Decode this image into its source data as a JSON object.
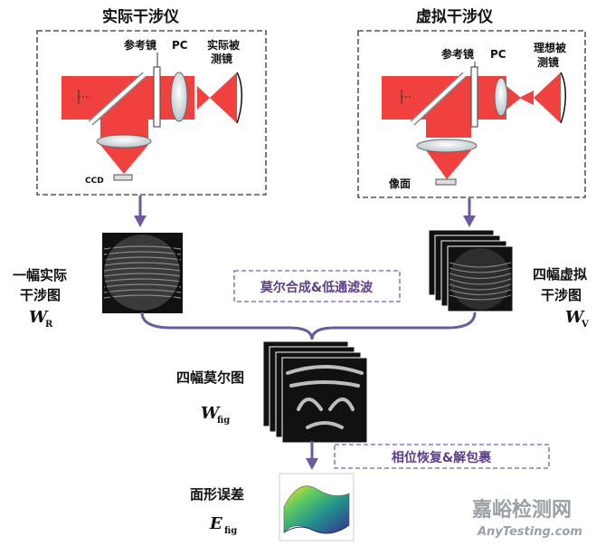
{
  "diagram": {
    "left_panel": {
      "title": "实际干涉仪",
      "ref_mirror_label": "参考镜",
      "pc_label": "PC",
      "test_mirror_label_line1": "实际被",
      "test_mirror_label_line2": "测镜",
      "ccd_label": "CCD"
    },
    "right_panel": {
      "title": "虚拟干涉仪",
      "ref_mirror_label": "参考镜",
      "pc_label": "PC",
      "test_mirror_label_line1": "理想被",
      "test_mirror_label_line2": "测镜",
      "image_plane_label": "像面"
    },
    "real_interferogram": {
      "label_line1": "一幅实际",
      "label_line2": "干涉图",
      "symbol": "W",
      "subscript": "R"
    },
    "virtual_interferogram": {
      "label_line1": "四幅虚拟",
      "label_line2": "干涉图",
      "symbol": "W",
      "subscript": "V"
    },
    "step1_box": "莫尔合成&低通滤波",
    "moire": {
      "label": "四幅莫尔图",
      "symbol": "W",
      "subscript": "fig"
    },
    "step2_box": "相位恢复&解包裹",
    "surface_error": {
      "label": "面形误差",
      "symbol": "E",
      "subscript": "fig"
    },
    "watermark": {
      "cn": "嘉峪检测网",
      "en": "AnyTesting.com"
    }
  },
  "colors": {
    "beam_red": "#f0413f",
    "arrow_purple": "#6b5a9e",
    "box_border_purple": "#7b5ea8",
    "panel_border": "#333333"
  }
}
